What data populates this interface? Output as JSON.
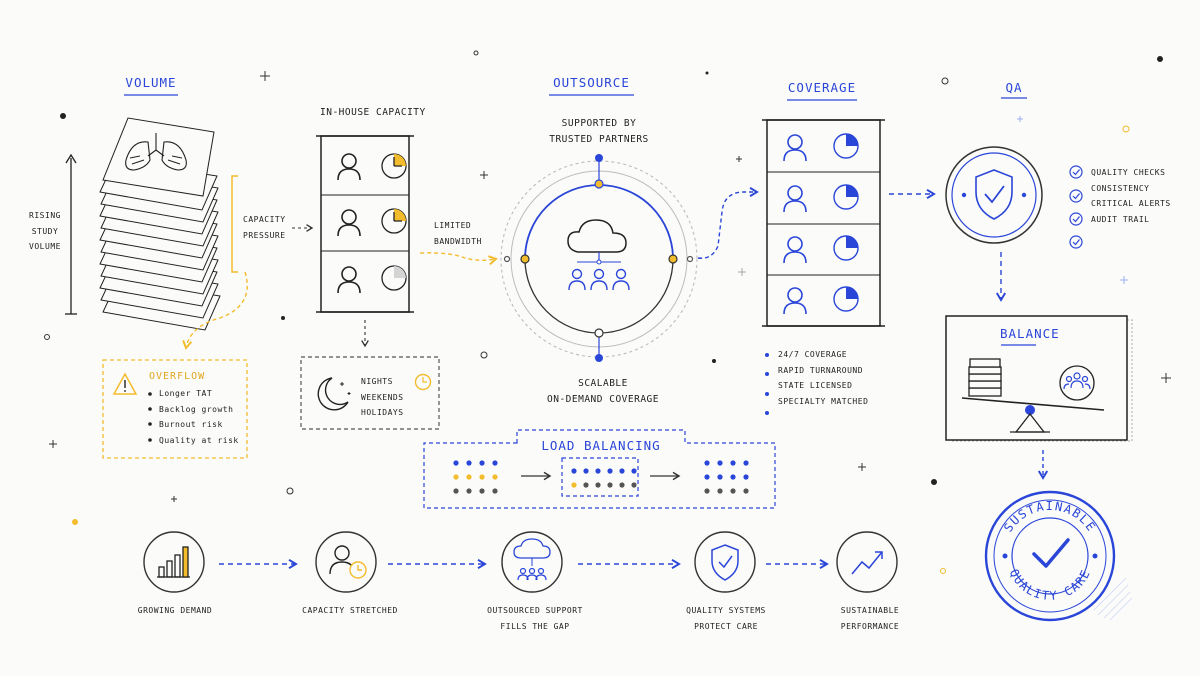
{
  "headings": {
    "volume": "VOLUME",
    "outsource": "OUTSOURCE",
    "coverage": "COVERAGE",
    "qa": "QA",
    "balance": "BALANCE",
    "load_balancing": "LOAD BALANCING"
  },
  "volume": {
    "rising_label": [
      "RISING",
      "STUDY",
      "VOLUME"
    ],
    "pressure_label": [
      "CAPACITY",
      "PRESSURE"
    ]
  },
  "overflow": {
    "title": "OVERFLOW",
    "items": [
      "Longer TAT",
      "Backlog growth",
      "Burnout risk",
      "Quality at risk"
    ]
  },
  "inhouse": {
    "title": "IN-HOUSE CAPACITY",
    "bandwidth_label": [
      "LIMITED",
      "BANDWIDTH"
    ]
  },
  "after_hours": {
    "items": [
      "NIGHTS",
      "WEEKENDS",
      "HOLIDAYS"
    ]
  },
  "outsource": {
    "top_label": [
      "SUPPORTED BY",
      "TRUSTED PARTNERS"
    ],
    "bottom_label": [
      "SCALABLE",
      "ON-DEMAND COVERAGE"
    ]
  },
  "coverage": {
    "bullets": [
      "24/7 COVERAGE",
      "RAPID TURNAROUND",
      "STATE LICENSED",
      "SPECIALTY MATCHED"
    ]
  },
  "qa": {
    "checks": [
      "QUALITY CHECKS",
      "CONSISTENCY",
      "CRITICAL ALERTS",
      "AUDIT TRAIL"
    ]
  },
  "seal": {
    "top_text": "SUSTAINABLE",
    "bottom_text": "QUALITY CARE"
  },
  "flow": [
    {
      "label": [
        "GROWING DEMAND"
      ],
      "icon": "bar-chart-icon"
    },
    {
      "label": [
        "CAPACITY STRETCHED"
      ],
      "icon": "person-clock-icon"
    },
    {
      "label": [
        "OUTSOURCED SUPPORT",
        "FILLS THE GAP"
      ],
      "icon": "cloud-team-icon"
    },
    {
      "label": [
        "QUALITY SYSTEMS",
        "PROTECT CARE"
      ],
      "icon": "shield-check-icon"
    },
    {
      "label": [
        "SUSTAINABLE",
        "PERFORMANCE"
      ],
      "icon": "trend-up-icon"
    }
  ],
  "colors": {
    "accent_blue": "#2a46d8",
    "accent_yellow": "#f2bc2c",
    "ink": "#222222"
  }
}
